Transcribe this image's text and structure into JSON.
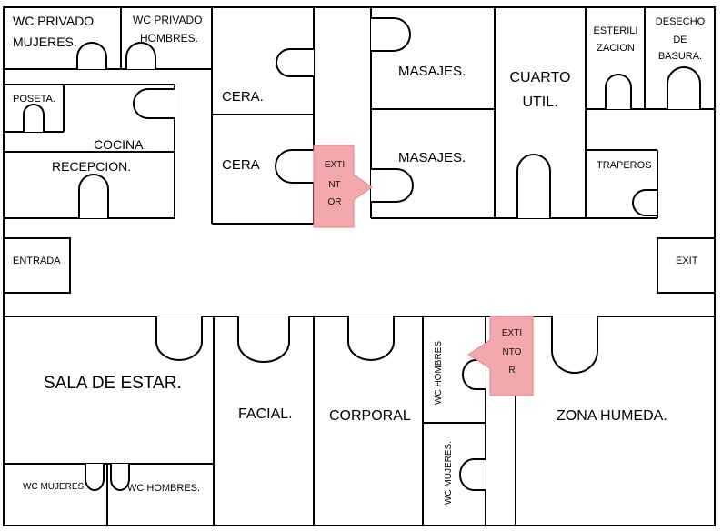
{
  "plan": {
    "rooms": {
      "wc_privado_mujeres": [
        "WC PRIVADO",
        "MUJERES."
      ],
      "wc_privado_hombres": [
        "WC PRIVADO",
        "HOMBRES."
      ],
      "poseta": "POSETA.",
      "cocina": "COCINA.",
      "recepcion": "RECEPCION.",
      "cera_1": "CERA.",
      "cera_2": "CERA",
      "masajes_1": "MASAJES.",
      "masajes_2": "MASAJES.",
      "cuarto_util": [
        "CUARTO",
        "UTIL."
      ],
      "esterilizacion": [
        "ESTERILI",
        "ZACION"
      ],
      "desecho_basura": [
        "DESECHO",
        "DE",
        "BASURA."
      ],
      "traperos": "TRAPEROS",
      "entrada": "ENTRADA",
      "exit": "EXIT",
      "sala_estar": "SALA DE ESTAR.",
      "wc_mujeres": "WC MUJERES",
      "wc_hombres": "WC HOMBRES.",
      "facial": "FACIAL.",
      "corporal": "CORPORAL",
      "wc_hombres_v": "WC HOMBRES",
      "wc_mujeres_v": "WC MUJERES.",
      "zona_humeda": "ZONA HUMEDA."
    },
    "extinguishers": [
      [
        "EXTI",
        "NT",
        "OR"
      ],
      [
        "EXTI",
        "NTO",
        "R"
      ]
    ],
    "colors": {
      "wall": "#000000",
      "extinguisher_fill": "#f4a8ad",
      "background": "#ffffff"
    }
  }
}
